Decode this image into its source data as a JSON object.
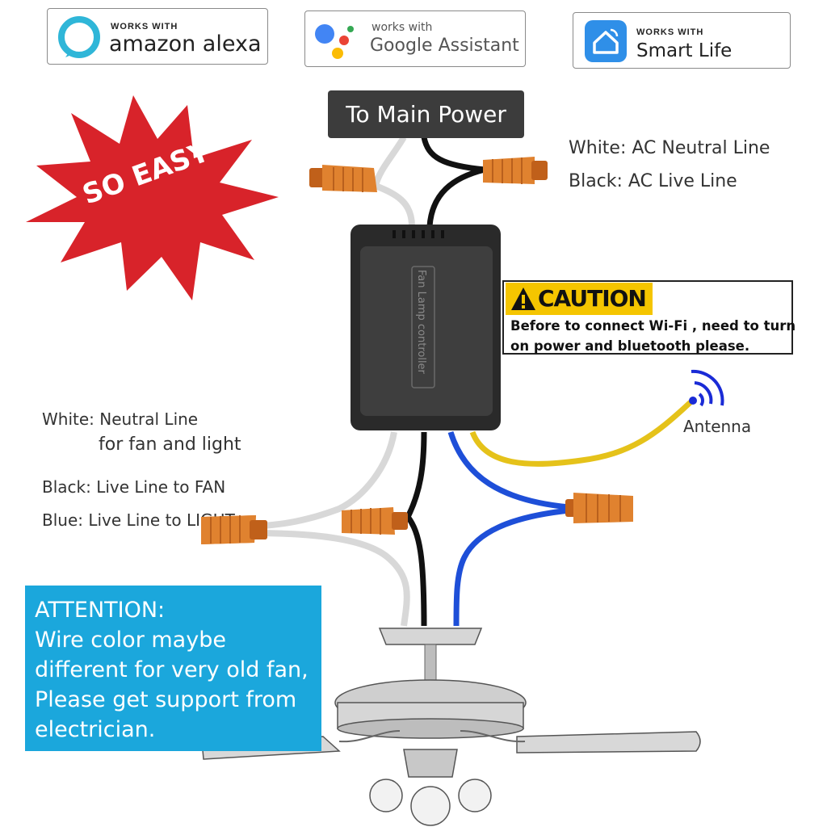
{
  "badges": {
    "alexa": {
      "small": "WORKS WITH",
      "big": "amazon alexa"
    },
    "google": {
      "small": "works with",
      "big": "Google Assistant"
    },
    "smartlife": {
      "small": "WORKS WITH",
      "big": "Smart Life"
    }
  },
  "burst": {
    "text": "SO EASY"
  },
  "power": {
    "label": "To Main Power"
  },
  "ac_labels": {
    "neutral": "White: AC Neutral Line",
    "live": "Black: AC Live Line"
  },
  "controller": {
    "text": "Fan Lamp controller"
  },
  "caution": {
    "title": "CAUTION",
    "line1": "Before to connect Wi-Fi , need to turn",
    "line2": "on power and bluetooth please."
  },
  "antenna": {
    "label": "Antenna"
  },
  "fan_labels": {
    "white1": "White: Neutral Line",
    "white2": "for fan and light",
    "black": "Black: Live Line to FAN",
    "blue": "Blue: Live Line to LIGHT"
  },
  "attention": {
    "line1": "ATTENTION:",
    "line2": "Wire color maybe",
    "line3": "different for very old fan,",
    "line4": "Please get support from",
    "line5": "electrician."
  },
  "colors": {
    "wire_black": "#111111",
    "wire_white": "#d8d8d8",
    "wire_blue": "#1e4fd8",
    "wire_yellow": "#e5c21a",
    "connector": "#e0822f",
    "burst": "#d8232a",
    "caution": "#f5c500",
    "attention": "#1ba7dc"
  }
}
